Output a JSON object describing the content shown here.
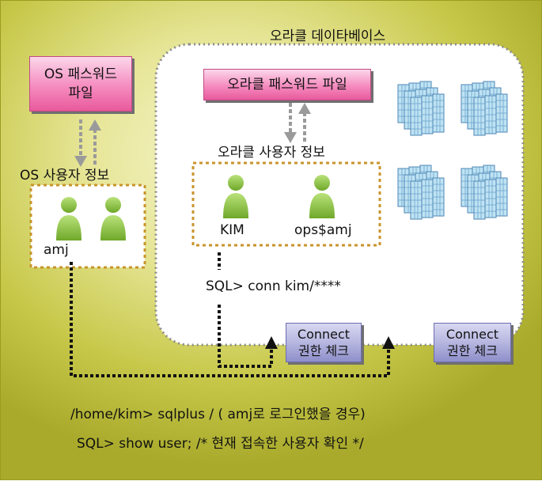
{
  "oracle_db": {
    "title": "오라클 데이타베이스"
  },
  "os_password_file": {
    "line1": "OS 패스워드",
    "line2": "파일"
  },
  "oracle_password_file": {
    "label": "오라클 패스워드 파일"
  },
  "os_user_info": {
    "title": "OS 사용자 정보",
    "user_label": "amj"
  },
  "oracle_user_info": {
    "title": "오라클 사용자 정보",
    "user1_label": "KIM",
    "user2_label": "ops$amj"
  },
  "sql_conn_command": "SQL> conn  kim/****",
  "connect_check_1": {
    "line1": "Connect",
    "line2": "권한 체크"
  },
  "connect_check_2": {
    "line1": "Connect",
    "line2": "권한 체크"
  },
  "shell_command": "/home/kim> sqlplus /    ( amj로 로그인했을 경우)",
  "sql_show_user": "SQL> show user; /* 현재 접속한 사용자 확인 */",
  "colors": {
    "person_green": "#8cc63f",
    "dotted_border": "#c8942c",
    "db_border": "#8c8c8c",
    "arrow_gray": "#9a9a9a",
    "connect_line": "#111111"
  }
}
